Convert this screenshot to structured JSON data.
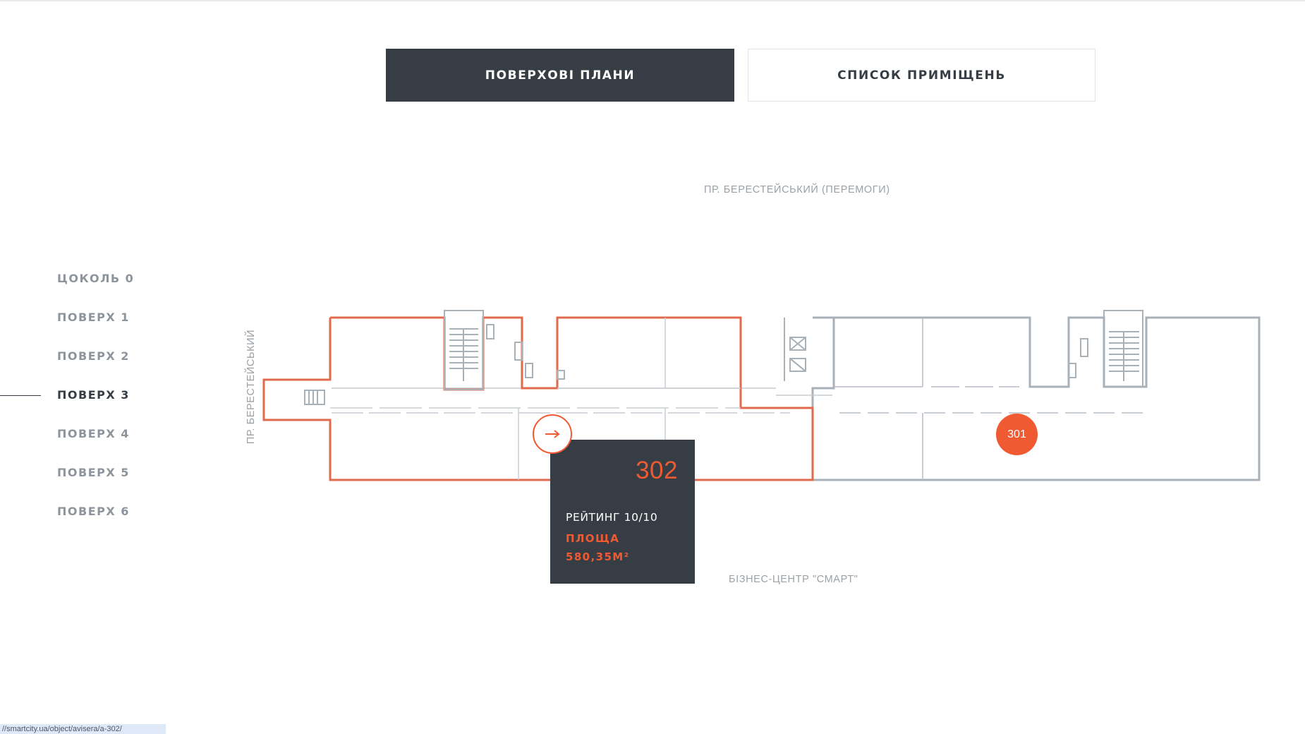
{
  "tabs": {
    "floor_plans": "ПОВЕРХОВІ ПЛАНИ",
    "rooms_list": "СПИСОК ПРИМІЩЕНЬ"
  },
  "streets": {
    "top": "ПР. БЕРЕСТЕЙСЬКИЙ (ПЕРЕМОГИ)",
    "left": "ПР. БЕРЕСТЕЙСЬКИЙ",
    "bottom": "БІЗНЕС-ЦЕНТР \"СМАРТ\""
  },
  "floors": [
    {
      "label": "ЦОКОЛЬ 0",
      "active": false
    },
    {
      "label": "ПОВЕРХ 1",
      "active": false
    },
    {
      "label": "ПОВЕРХ 2",
      "active": false
    },
    {
      "label": "ПОВЕРХ 3",
      "active": true
    },
    {
      "label": "ПОВЕРХ 4",
      "active": false
    },
    {
      "label": "ПОВЕРХ 5",
      "active": false
    },
    {
      "label": "ПОВЕРХ 6",
      "active": false
    }
  ],
  "tooltip": {
    "number": "302",
    "rating": "РЕЙТИНГ 10/10",
    "area_label": "ПЛОЩА",
    "area_value": "580,35М²"
  },
  "markers": {
    "room_301": "301"
  },
  "status_bar": {
    "url": "//smartcity.ua/object/avisera/a-302/"
  },
  "colors": {
    "accent": "#f05a32",
    "dark": "#363d45",
    "plan_gray": "#9aa3ad",
    "floor_text": "#8d949b"
  },
  "icons": {
    "arrow_button": "arrow-right-icon"
  }
}
